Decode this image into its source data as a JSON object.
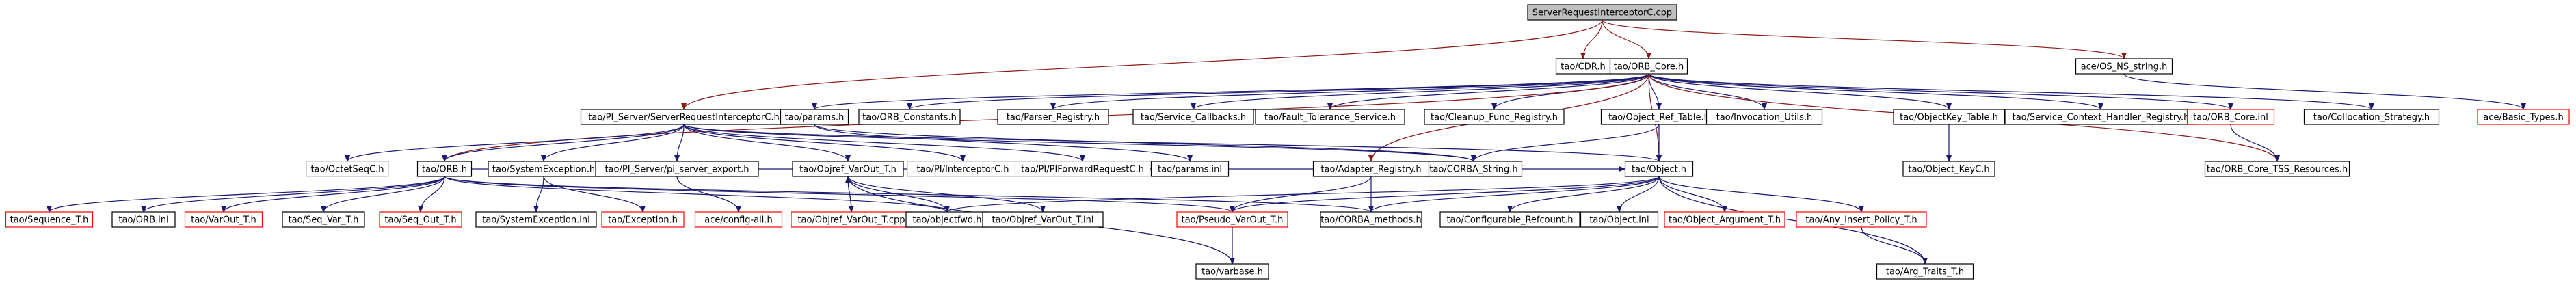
{
  "graph": {
    "title": "ServerRequestInterceptorC.cpp",
    "colors": {
      "root_fill": "#bfbfbf",
      "node_fill": "#ffffff",
      "border_normal": "#000000",
      "border_red": "#ff0000",
      "border_grey": "#bfbfbf",
      "edge_main": "#191970",
      "edge_dark": "#8b1a1a",
      "edge_root": "#8b1a1a"
    },
    "nodes": [
      {
        "id": "root",
        "label": "ServerRequestInterceptorC.cpp",
        "style": "root"
      },
      {
        "id": "cdr",
        "label": "tao/CDR.h",
        "style": "normal"
      },
      {
        "id": "orb_core",
        "label": "tao/ORB_Core.h",
        "style": "normal"
      },
      {
        "id": "os_ns",
        "label": "ace/OS_NS_string.h",
        "style": "normal"
      },
      {
        "id": "sric",
        "label": "tao/PI_Server/ServerRequestInterceptorC.h",
        "style": "normal"
      },
      {
        "id": "params",
        "label": "tao/params.h",
        "style": "normal"
      },
      {
        "id": "orb_constants",
        "label": "tao/ORB_Constants.h",
        "style": "normal"
      },
      {
        "id": "parser_reg",
        "label": "tao/Parser_Registry.h",
        "style": "normal"
      },
      {
        "id": "svc_cb",
        "label": "tao/Service_Callbacks.h",
        "style": "normal"
      },
      {
        "id": "ft_svc",
        "label": "tao/Fault_Tolerance_Service.h",
        "style": "normal"
      },
      {
        "id": "cleanup",
        "label": "tao/Cleanup_Func_Registry.h",
        "style": "normal"
      },
      {
        "id": "obj_ref_table",
        "label": "tao/Object_Ref_Table.h",
        "style": "normal"
      },
      {
        "id": "invocation",
        "label": "tao/Invocation_Utils.h",
        "style": "normal"
      },
      {
        "id": "objkey_table",
        "label": "tao/ObjectKey_Table.h",
        "style": "normal"
      },
      {
        "id": "svc_ctx",
        "label": "tao/Service_Context_Handler_Registry.h",
        "style": "normal"
      },
      {
        "id": "orb_core_inl",
        "label": "tao/ORB_Core.inl",
        "style": "red"
      },
      {
        "id": "colloc",
        "label": "tao/Collocation_Strategy.h",
        "style": "normal"
      },
      {
        "id": "basic_types",
        "label": "ace/Basic_Types.h",
        "style": "red"
      },
      {
        "id": "octetseq",
        "label": "tao/OctetSeqC.h",
        "style": "grey"
      },
      {
        "id": "orb",
        "label": "tao/ORB.h",
        "style": "normal"
      },
      {
        "id": "sysexc",
        "label": "tao/SystemException.h",
        "style": "normal"
      },
      {
        "id": "pi_export",
        "label": "tao/PI_Server/pi_server_export.h",
        "style": "normal"
      },
      {
        "id": "objref_var",
        "label": "tao/Objref_VarOut_T.h",
        "style": "normal"
      },
      {
        "id": "pi_interceptor",
        "label": "tao/PI/InterceptorC.h",
        "style": "grey"
      },
      {
        "id": "pi_forward",
        "label": "tao/PI/PIForwardRequestC.h",
        "style": "grey"
      },
      {
        "id": "params_inl",
        "label": "tao/params.inl",
        "style": "normal"
      },
      {
        "id": "corba_string",
        "label": "tao/CORBA_String.h",
        "style": "normal"
      },
      {
        "id": "object",
        "label": "tao/Object.h",
        "style": "normal"
      },
      {
        "id": "adapter_reg",
        "label": "tao/Adapter_Registry.h",
        "style": "normal"
      },
      {
        "id": "objkey",
        "label": "tao/Object_KeyC.h",
        "style": "normal"
      },
      {
        "id": "tss",
        "label": "tao/ORB_Core_TSS_Resources.h",
        "style": "normal"
      },
      {
        "id": "seq_t",
        "label": "tao/Sequence_T.h",
        "style": "red"
      },
      {
        "id": "orb_inl",
        "label": "tao/ORB.inl",
        "style": "normal"
      },
      {
        "id": "varout",
        "label": "tao/VarOut_T.h",
        "style": "red"
      },
      {
        "id": "seqvar",
        "label": "tao/Seq_Var_T.h",
        "style": "normal"
      },
      {
        "id": "seqout",
        "label": "tao/Seq_Out_T.h",
        "style": "red"
      },
      {
        "id": "sysexc_inl",
        "label": "tao/SystemException.inl",
        "style": "normal"
      },
      {
        "id": "exception",
        "label": "tao/Exception.h",
        "style": "red"
      },
      {
        "id": "config_all",
        "label": "ace/config-all.h",
        "style": "red"
      },
      {
        "id": "objref_cpp",
        "label": "tao/Objref_VarOut_T.cpp",
        "style": "red"
      },
      {
        "id": "objectfwd",
        "label": "tao/objectfwd.h",
        "style": "normal"
      },
      {
        "id": "objref_inl",
        "label": "tao/Objref_VarOut_T.inl",
        "style": "normal"
      },
      {
        "id": "pseudo_var",
        "label": "tao/Pseudo_VarOut_T.h",
        "style": "red"
      },
      {
        "id": "corba_methods",
        "label": "tao/CORBA_methods.h",
        "style": "normal"
      },
      {
        "id": "conf_ref",
        "label": "tao/Configurable_Refcount.h",
        "style": "normal"
      },
      {
        "id": "object_inl",
        "label": "tao/Object.inl",
        "style": "normal"
      },
      {
        "id": "obj_arg",
        "label": "tao/Object_Argument_T.h",
        "style": "red"
      },
      {
        "id": "any_insert",
        "label": "tao/Any_Insert_Policy_T.h",
        "style": "red"
      },
      {
        "id": "varbase",
        "label": "tao/varbase.h",
        "style": "normal"
      },
      {
        "id": "arg_traits",
        "label": "tao/Arg_Traits_T.h",
        "style": "normal"
      }
    ],
    "edges": [
      [
        "root",
        "cdr"
      ],
      [
        "root",
        "orb_core"
      ],
      [
        "root",
        "os_ns"
      ],
      [
        "root",
        "sric"
      ],
      [
        "os_ns",
        "basic_types"
      ],
      [
        "orb_core",
        "params"
      ],
      [
        "orb_core",
        "orb_constants"
      ],
      [
        "orb_core",
        "parser_reg"
      ],
      [
        "orb_core",
        "svc_cb"
      ],
      [
        "orb_core",
        "ft_svc"
      ],
      [
        "orb_core",
        "cleanup"
      ],
      [
        "orb_core",
        "obj_ref_table"
      ],
      [
        "orb_core",
        "invocation"
      ],
      [
        "orb_core",
        "objkey_table"
      ],
      [
        "orb_core",
        "svc_ctx"
      ],
      [
        "orb_core",
        "orb_core_inl"
      ],
      [
        "orb_core",
        "colloc"
      ],
      [
        "orb_core",
        "tss"
      ],
      [
        "orb_core",
        "object"
      ],
      [
        "orb_core",
        "adapter_reg"
      ],
      [
        "orb_core",
        "orb"
      ],
      [
        "params",
        "params_inl"
      ],
      [
        "params",
        "corba_string"
      ],
      [
        "obj_ref_table",
        "corba_string"
      ],
      [
        "obj_ref_table",
        "object"
      ],
      [
        "objkey_table",
        "objkey"
      ],
      [
        "orb_core_inl",
        "tss"
      ],
      [
        "sric",
        "octetseq"
      ],
      [
        "sric",
        "orb"
      ],
      [
        "sric",
        "sysexc"
      ],
      [
        "sric",
        "pi_export"
      ],
      [
        "sric",
        "objref_var"
      ],
      [
        "sric",
        "pi_interceptor"
      ],
      [
        "sric",
        "pi_forward"
      ],
      [
        "sric",
        "corba_string"
      ],
      [
        "sric",
        "object"
      ],
      [
        "orb",
        "seq_t"
      ],
      [
        "orb",
        "orb_inl"
      ],
      [
        "orb",
        "varout"
      ],
      [
        "orb",
        "seqvar"
      ],
      [
        "orb",
        "seqout"
      ],
      [
        "orb",
        "objectfwd"
      ],
      [
        "orb",
        "pseudo_var"
      ],
      [
        "orb",
        "corba_methods"
      ],
      [
        "orb",
        "object"
      ],
      [
        "sysexc",
        "sysexc_inl"
      ],
      [
        "sysexc",
        "exception"
      ],
      [
        "pi_export",
        "config_all"
      ],
      [
        "objref_var",
        "objref_cpp"
      ],
      [
        "objref_cpp",
        "objref_var"
      ],
      [
        "objref_var",
        "objectfwd"
      ],
      [
        "objref_var",
        "objref_inl"
      ],
      [
        "objref_var",
        "varbase"
      ],
      [
        "adapter_reg",
        "pseudo_var"
      ],
      [
        "adapter_reg",
        "corba_methods"
      ],
      [
        "object",
        "pseudo_var"
      ],
      [
        "object",
        "corba_methods"
      ],
      [
        "object",
        "conf_ref"
      ],
      [
        "object",
        "object_inl"
      ],
      [
        "object",
        "obj_arg"
      ],
      [
        "object",
        "any_insert"
      ],
      [
        "object",
        "arg_traits"
      ],
      [
        "object",
        "objectfwd"
      ],
      [
        "any_insert",
        "arg_traits"
      ],
      [
        "pseudo_var",
        "varbase"
      ]
    ]
  }
}
